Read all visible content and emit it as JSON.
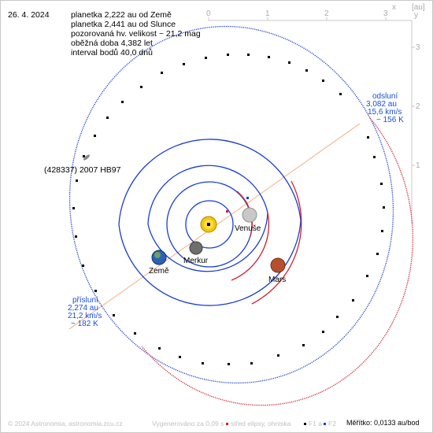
{
  "header": {
    "date": "26. 4. 2024",
    "info_lines": [
      "planetka 2,222 au od Země",
      "planetka 2,441 au od Slunce",
      "pozorovaná hv. velikost ~ 21,2 mag",
      "oběžná doba 4,382 let",
      "interval bodů 40,0 dnů"
    ]
  },
  "axes": {
    "x_ticks": [
      "0",
      "1",
      "2",
      "3"
    ],
    "y_ticks": [
      "3",
      "2",
      "1"
    ],
    "x_label": "x",
    "y_label": "y",
    "unit": "[au]"
  },
  "asteroid": {
    "name": "(428337) 2007 HB97"
  },
  "planets": [
    {
      "name": "Venuše",
      "color": "#c8c8c8"
    },
    {
      "name": "Merkur",
      "color": "#6e6e6e"
    },
    {
      "name": "Země",
      "color": "#2a62b8"
    },
    {
      "name": "Mars",
      "color": "#b5502f"
    }
  ],
  "sun": {
    "color": "#f5c800"
  },
  "aphelion": {
    "title": "odsluní",
    "distance": "3,082 au",
    "speed": "15,6 km/s",
    "temperature": "~ 156 K"
  },
  "perihelion": {
    "title": "přísluní",
    "distance": "2,274 au",
    "speed": "21,2 km/s",
    "temperature": "~ 182 K"
  },
  "footer": {
    "copyright": "© 2024 Astronomia, astronomia.zcu.cz",
    "generated": "Vygenerováno za 0,09 s",
    "legend_center": "střed elipsy, ohniska",
    "legend_f1": "F1 a",
    "legend_f2": "F2",
    "scale": "Měřítko: 0,0133 au/bod"
  },
  "colors": {
    "orbit_front": "#1a3ed0",
    "orbit_back": "#d02030",
    "apsis_line": "#f0a070",
    "axes": "#c8c8c8",
    "point": "#000000"
  }
}
